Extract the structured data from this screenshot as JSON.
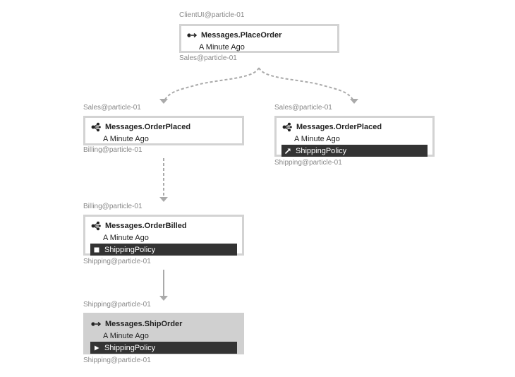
{
  "nodes": {
    "place_order": {
      "title": "Messages.PlaceOrder",
      "time": "A Minute Ago",
      "icon": "command-send-icon",
      "sender": "ClientUI@particle-01",
      "receiver": "Sales@particle-01"
    },
    "order_placed_billing": {
      "title": "Messages.OrderPlaced",
      "time": "A Minute Ago",
      "icon": "event-publish-icon",
      "sender": "Sales@particle-01",
      "receiver": "Billing@particle-01"
    },
    "order_placed_shipping": {
      "title": "Messages.OrderPlaced",
      "time": "A Minute Ago",
      "icon": "event-publish-icon",
      "handler": "ShippingPolicy",
      "handler_icon": "saga-initiated-icon",
      "sender": "Sales@particle-01",
      "receiver": "Shipping@particle-01"
    },
    "order_billed": {
      "title": "Messages.OrderBilled",
      "time": "A Minute Ago",
      "icon": "event-publish-icon",
      "handler": "ShippingPolicy",
      "handler_icon": "saga-completed-icon",
      "sender": "Billing@particle-01",
      "receiver": "Shipping@particle-01"
    },
    "ship_order": {
      "title": "Messages.ShipOrder",
      "time": "A Minute Ago",
      "icon": "command-send-icon",
      "handler": "ShippingPolicy",
      "handler_icon": "saga-timeout-icon",
      "sender": "Shipping@particle-01",
      "receiver": "Shipping@particle-01"
    }
  },
  "colors": {
    "node_border": "#d3d3d3",
    "selected_bg": "#d0d0d0",
    "handler_bg": "#333333",
    "edge": "#aaaaaa",
    "endpoint_text": "#888888"
  }
}
